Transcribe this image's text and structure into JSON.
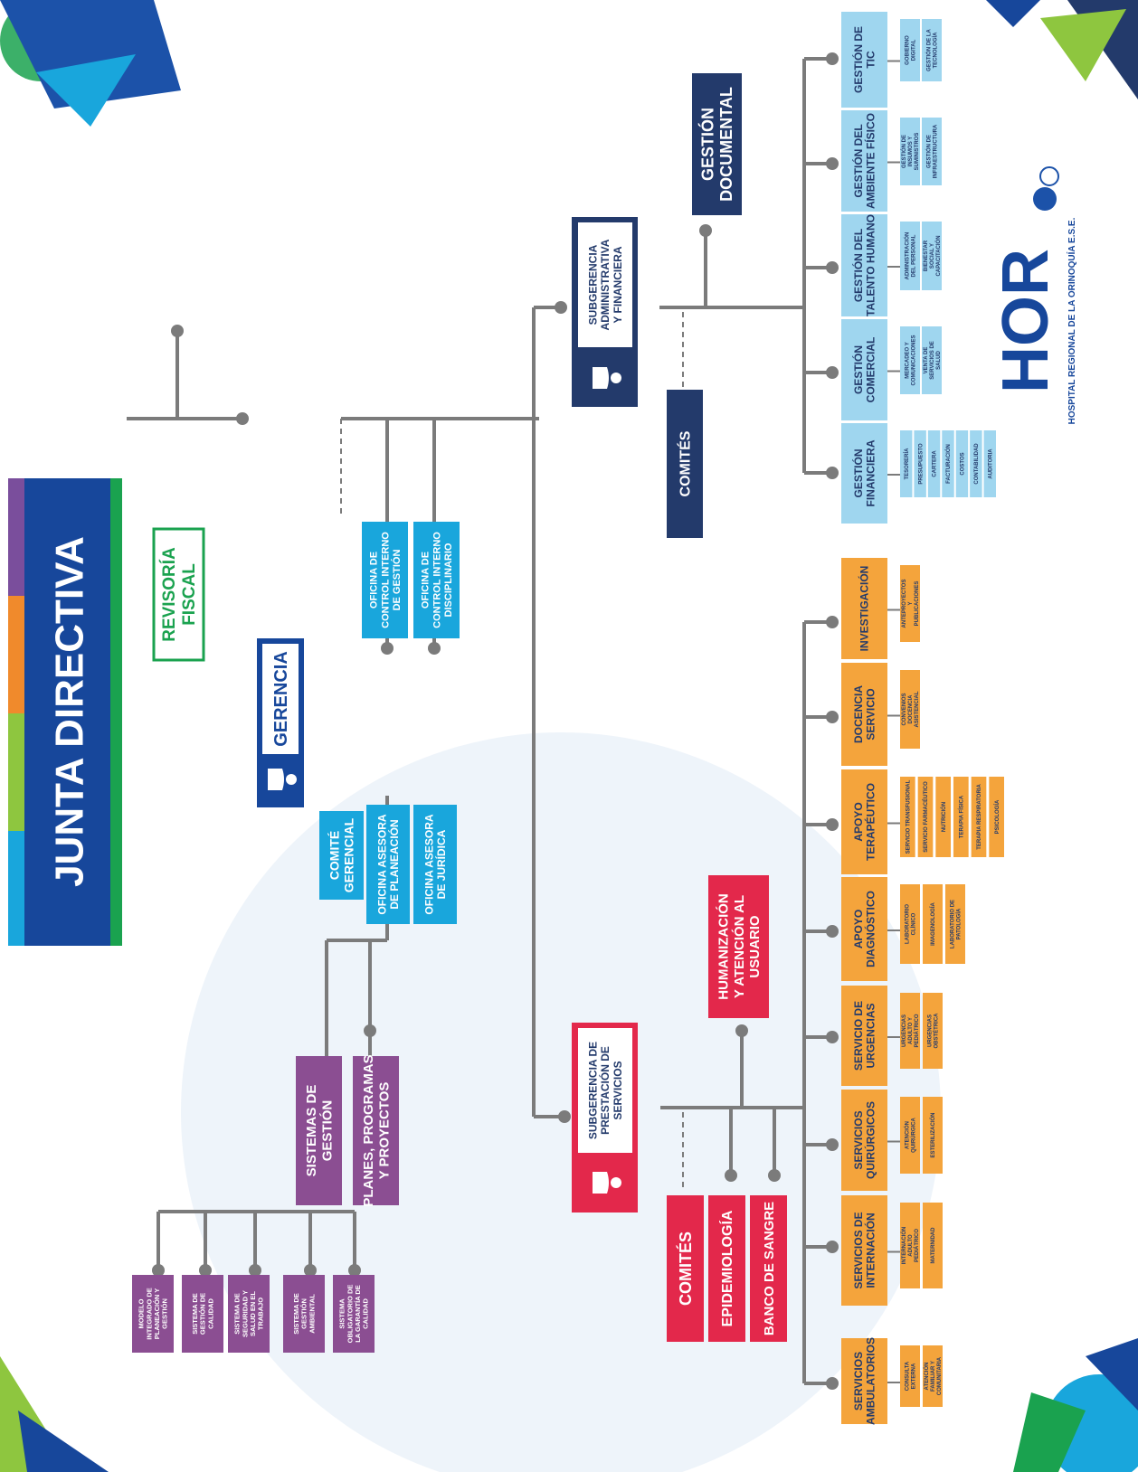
{
  "board": {
    "title": "JUNTA DIRECTIVA"
  },
  "revisoria": {
    "label": [
      "REVISORÍA",
      "FISCAL"
    ]
  },
  "gerencia": {
    "label": [
      "GERENCIA"
    ]
  },
  "comite_gerencial": {
    "label": [
      "COMITÉ",
      "GERENCIAL"
    ]
  },
  "oficinas_control": [
    {
      "label": [
        "OFICINA DE",
        "CONTROL INTERNO",
        "DE GESTIÓN"
      ]
    },
    {
      "label": [
        "OFICINA DE",
        "CONTROL INTERNO",
        "DISCIPLINARIO"
      ]
    }
  ],
  "oficinas_asesoras": [
    {
      "label": [
        "OFICINA ASESORA",
        "DE PLANEACIÓN"
      ]
    },
    {
      "label": [
        "OFICINA ASESORA",
        "DE JURÍDICA"
      ]
    }
  ],
  "sistemas_gestion": {
    "label": [
      "SISTEMAS DE",
      "GESTIÓN"
    ]
  },
  "planes": {
    "label": [
      "PLANES, PROGRAMAS",
      "Y PROYECTOS"
    ]
  },
  "sistemas_items": [
    {
      "label": [
        "MODELO",
        "INTEGRADO DE",
        "PLANEACIÓN Y",
        "GESTIÓN"
      ]
    },
    {
      "label": [
        "SISTEMA DE",
        "GESTIÓN DE",
        "CALIDAD"
      ]
    },
    {
      "label": [
        "SISTEMA DE",
        "SEGURIDAD Y",
        "SALUD EN EL",
        "TRABAJO"
      ]
    },
    {
      "label": [
        "SISTEMA DE",
        "GESTIÓN",
        "AMBIENTAL"
      ]
    },
    {
      "label": [
        "SISTEMA",
        "OBLIGATORIO DE",
        "LA GARANTÍA DE",
        "CALIDAD"
      ]
    }
  ],
  "sub_admin": {
    "label": [
      "SUBGERENCIA",
      "ADMINISTRATIVA",
      "Y FINANCIERA"
    ]
  },
  "sub_prest": {
    "label": [
      "SUBGERENCIA DE",
      "PRESTACIÓN DE",
      "SERVICIOS"
    ]
  },
  "gestion_documental": {
    "label": [
      "GESTIÓN",
      "DOCUMENTAL"
    ]
  },
  "comites_admin": {
    "label": [
      "COMITÉS"
    ]
  },
  "comites_prest": {
    "label": [
      "COMITÉS"
    ]
  },
  "epidemiologia": {
    "label": [
      "EPIDEMIOLOGÍA"
    ]
  },
  "banco_sangre": {
    "label": [
      "BANCO DE SANGRE"
    ]
  },
  "humanizacion": {
    "label": [
      "HUMANIZACIÓN",
      "Y ATENCIÓN AL",
      "USUARIO"
    ]
  },
  "admin_areas": [
    {
      "label": [
        "GESTIÓN",
        "FINANCIERA"
      ],
      "items": [
        "TESORERÍA",
        "PRESUPUESTO",
        "CARTERA",
        "FACTURACIÓN",
        "COSTOS",
        "CONTABILIDAD",
        "AUDITORIA"
      ]
    },
    {
      "label": [
        "GESTIÓN",
        "COMERCIAL"
      ],
      "items": [
        "MERCADEO Y COMUNICACIONES",
        "VENTA DE SERVICIOS DE SALUD"
      ]
    },
    {
      "label": [
        "GESTIÓN DEL",
        "TALENTO HUMANO"
      ],
      "items": [
        "ADMINISTRACIÓN DEL PERSONAL",
        "BIENESTAR SOCIAL Y CAPACITACIÓN"
      ]
    },
    {
      "label": [
        "GESTIÓN DEL",
        "AMBIENTE FÍSICO"
      ],
      "items": [
        "GESTIÓN DE INSUMOS Y SUMINISTROS",
        "GESTIÓN DE INFRAESTRUCTURA"
      ]
    },
    {
      "label": [
        "GESTIÓN DE",
        "TIC"
      ],
      "items": [
        "GOBIERNO DIGITAL",
        "GESTIÓN DE LA TECNOLOGÍA"
      ]
    }
  ],
  "service_areas": [
    {
      "label": [
        "SERVICIOS",
        "AMBULATORIOS"
      ],
      "items": [
        "CONSULTA EXTERNA",
        "ATENCIÓN FAMILIAR Y COMUNITARIA"
      ]
    },
    {
      "label": [
        "SERVICIOS DE",
        "INTERNACIÓN"
      ],
      "items": [
        "INTERNACIÓN ADULTO PEDIÁTRICO",
        "MATERNIDAD"
      ]
    },
    {
      "label": [
        "SERVICIOS",
        "QUIRÚRGICOS"
      ],
      "items": [
        "ATENCIÓN QUIRÚRGICA",
        "ESTERILIZACIÓN"
      ]
    },
    {
      "label": [
        "SERVICIO DE",
        "URGENCIAS"
      ],
      "items": [
        "URGENCIAS ADULTO Y PEDIÁTRICO",
        "URGENCIAS OBSTÉTRICA"
      ]
    },
    {
      "label": [
        "APOYO",
        "DIAGNÓSTICO"
      ],
      "items": [
        "LABORATORIO CLÍNICO",
        "IMAGENOLOGÍA",
        "LABORATORIO DE PATOLOGÍA"
      ]
    },
    {
      "label": [
        "APOYO",
        "TERAPÉUTICO"
      ],
      "items": [
        "SERVICIO TRANSFUSIONAL",
        "SERVICIO FARMACÉUTICO",
        "NUTRICIÓN",
        "TERAPIA FÍSICA",
        "TERAPIA RESPIRATORIA",
        "PSICOLOGÍA"
      ]
    },
    {
      "label": [
        "DOCENCIA",
        "SERVICIO"
      ],
      "items": [
        "CONVENIOS DOCENCIA ASISTENCIAL"
      ]
    },
    {
      "label": [
        "INVESTIGACIÓN"
      ],
      "items": [
        "ANTEPROYECTOS Y PUBLICACIONES"
      ]
    }
  ],
  "logo": {
    "name": "HOR",
    "tagline": "HOSPITAL REGIONAL DE LA ORINOQUÍA",
    "suffix": "E.S.E."
  },
  "colors": {
    "navy": "#233a6b",
    "blue": "#17479b",
    "cyan": "#19a6dc",
    "lightblue": "#9fd6ef",
    "purple": "#8b4e92",
    "red": "#e3284b",
    "orange": "#f4a43c",
    "green": "#1aa24f",
    "line": "#7b7b7b"
  }
}
